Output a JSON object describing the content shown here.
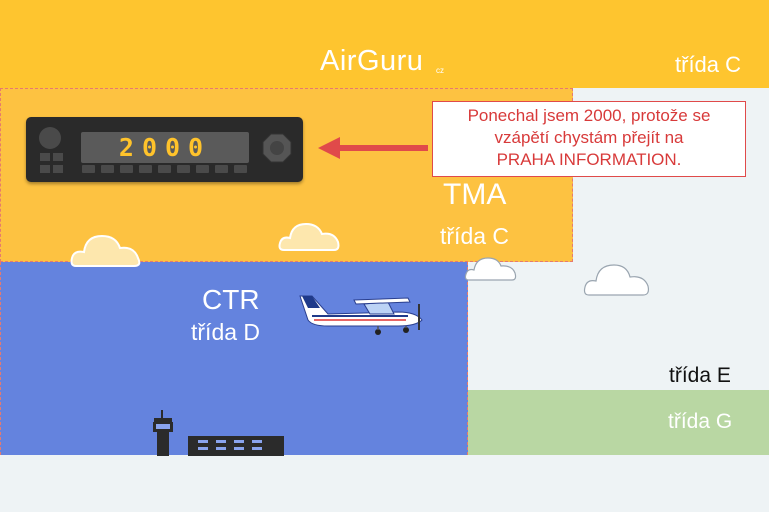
{
  "logo": {
    "name": "AirGuru",
    "suffix": "cz"
  },
  "airspace": {
    "top_class": "třída C",
    "tma_name": "TMA",
    "tma_class": "třída C",
    "ctr_name": "CTR",
    "ctr_class": "třída D",
    "e_class": "třída E",
    "g_class": "třída G"
  },
  "transponder": {
    "code": "2000"
  },
  "callout": {
    "line1": "Ponechal jsem 2000, protože se",
    "line2": "vzápětí chystám přejít na",
    "line3": "PRAHA INFORMATION."
  },
  "colors": {
    "class_c_top": "#fec52f",
    "tma": "#fdc241",
    "ctr": "#6483de",
    "class_g": "#b9d7a3",
    "class_e": "#eef3f5",
    "arrow": "#e04a4a"
  }
}
